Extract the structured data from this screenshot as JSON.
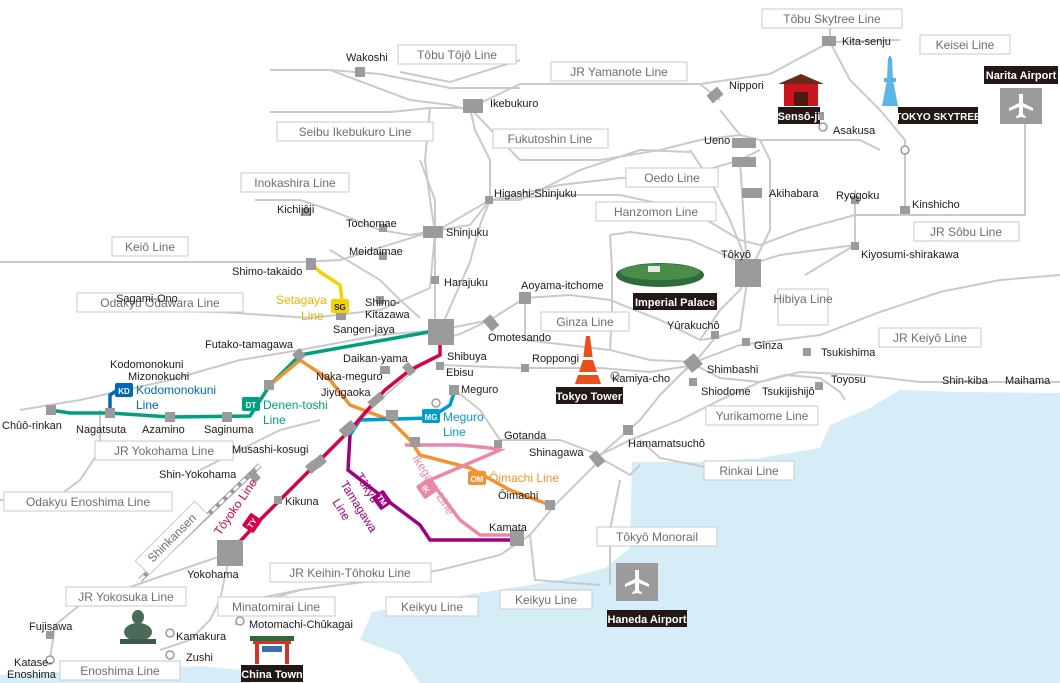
{
  "colors": {
    "water": "#d6ecf7",
    "gray_line": "#c9cacc",
    "station_sq": "#9b9b9b",
    "tokyu_toyoko": "#d6004c",
    "tokyu_denen": "#00a07e",
    "tokyu_oimachi": "#f39230",
    "tokyu_meguro": "#009cd2",
    "tokyu_ikegami": "#ee86a8",
    "tokyu_tamagawa": "#a0007d",
    "tokyu_setagaya": "#f1d400",
    "tokyu_kodomonokuni": "#0068b7",
    "label_box": "#231815"
  },
  "line_labels": {
    "tobu_skytree": "Tôbu Skytree Line",
    "tobu_tojo": "Tôbu Tôjô Line",
    "keisei": "Keisei  Line",
    "jr_yamanote": "JR Yamanote Line",
    "seibu_ikebukuro": "Seibu Ikebukuro Line",
    "fukutoshin": "Fukutoshin Line",
    "inokashira": "Inokashira Line",
    "oedo": "Oedo Line",
    "hanzomon": "Hanzomon Line",
    "keio": "Keiô Line",
    "jr_sobu": "JR Sôbu Line",
    "odakyu_odawara": "Odakyu Odawara Line",
    "ginza": "Ginza Line",
    "hibiya": "Hibiya Line",
    "jr_keiyo": "JR Keiyô Line",
    "yurikamome": "Yurikamome Line",
    "jr_yokohama": "JR Yokohama Line",
    "rinkai": "Rinkai Line",
    "odakyu_enoshima": "Odakyu Enoshima Line",
    "tokyo_monorail": "Tôkyô Monorail",
    "jr_keihin_tohoku": "JR Keihin-Tôhoku Line",
    "jr_yokosuka": "JR Yokosuka Line",
    "minatomirai": "Minatomirai Line",
    "keikyu_1": "Keikyu Line",
    "keikyu_2": "Keikyu Line",
    "enoshima": "Enoshima Line",
    "shinkansen": "Shinkansen"
  },
  "tokyu_lines": {
    "setagaya": {
      "line1": "Setagaya",
      "line2": "Line",
      "badge": "SG"
    },
    "kodomonokuni": {
      "line1": "Kodomonokuni",
      "line2": "Line",
      "badge": "KD"
    },
    "denen": {
      "line1": "Denen-toshi",
      "line2": "Line",
      "badge": "DT"
    },
    "meguro": {
      "line1": "Meguro",
      "line2": "Line",
      "badge": "MG"
    },
    "oimachi": {
      "line1": "Ôimachi Line",
      "badge": "OM"
    },
    "ikegami": {
      "text": "Ikegami Line",
      "badge": "IK"
    },
    "tamagawa": {
      "line1": "Tôkyû",
      "line2": "Tamagawa",
      "line3": "Line",
      "badge": "TM"
    },
    "toyoko": {
      "text": "Tôyoko Line",
      "badge": "TY"
    }
  },
  "stations": {
    "kita_senju": "Kita-senju",
    "wakoshi": "Wakoshi",
    "ikebukuro": "Ikebukuro",
    "nippori": "Nippori",
    "ueno": "Ueno",
    "asakusa": "Asakusa",
    "akihabara": "Akihabara",
    "ryogoku": "Ryogoku",
    "kinshicho": "Kinshicho",
    "higashi_shinjuku": "Higashi-Shinjuku",
    "kichijoji": "Kichijôji",
    "tochomae": "Tochomae",
    "shinjuku": "Shinjuku",
    "meidaimae": "Meidaimae",
    "tokyo": "Tôkyô",
    "kiyosumi": "Kiyosumi-shirakawa",
    "shimo_takaido": "Shimo-takaido",
    "harajuku": "Harajuku",
    "aoyama": "Aoyama-itchome",
    "sagami_ono": "Sagami-Ono",
    "shimo_kitazawa_1": "Shimo-",
    "shimo_kitazawa_2": "Kitazawa",
    "sangen_jaya": "Sangen-jaya",
    "omotesando": "Omotesando",
    "yurakucho": "Yûrakuchô",
    "futako": "Futako-tamagawa",
    "ginza": "Ginza",
    "tsukishima": "Tsukishima",
    "kodomonokuni": "Kodomonokuni",
    "daikan_yama": "Daikan-yama",
    "shibuya": "Shibuya",
    "roppongi": "Roppongi",
    "mizonokuchi": "Mizonokuchi",
    "ebisu": "Ebisu",
    "naka_meguro": "Naka-meguro",
    "kamiya_cho": "Kamiya-cho",
    "shimbashi": "Shimbashi",
    "toyosu": "Toyosu",
    "jiyugaoka": "Jiyûgaoka",
    "meguro": "Meguro",
    "shiodome": "Shiodome",
    "tsukijishijo": "Tsukijishijô",
    "shin_kiba": "Shin-kiba",
    "maihama": "Maihama",
    "chuo_rinkan": "Chûô-rinkan",
    "nagatsuta": "Nagatsuta",
    "azamino": "Azamino",
    "saginuma": "Saginuma",
    "gotanda": "Gotanda",
    "hamamatsucho": "Hamamatsuchô",
    "musashi_kosugi": "Musashi-kosugi",
    "shinagawa": "Shinagawa",
    "shin_yokohama": "Shin-Yokohama",
    "oimachi": "Ôimachi",
    "kikuna": "Kikuna",
    "kamata": "Kamata",
    "yokohama": "Yokohama",
    "motomachi": "Motomachi-Chûkagai",
    "fujisawa": "Fujisawa",
    "kamakura": "Kamakura",
    "zushi": "Zushi",
    "katase_1": "Katase-",
    "katase_2": "Enoshima"
  },
  "landmarks": {
    "narita": "Narita Airport",
    "senso_ji": "Sensô-ji",
    "skytree": "TOKYO SKYTREE",
    "imperial_palace": "Imperial Palace",
    "tokyo_tower": "Tokyo Tower",
    "haneda": "Haneda Airport",
    "china_town": "China Town"
  }
}
